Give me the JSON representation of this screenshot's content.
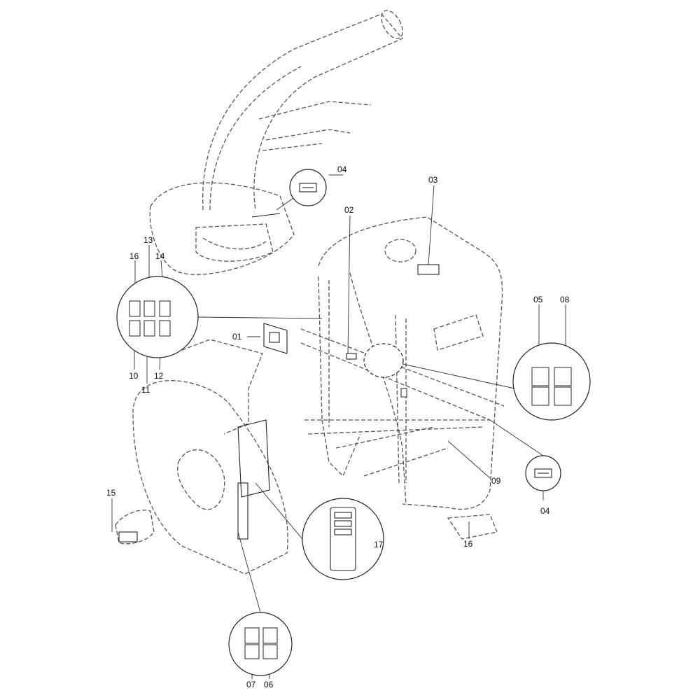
{
  "diagram": {
    "type": "exploded-parts-view",
    "callouts": {
      "label_04_top": "04",
      "label_03": "03",
      "label_02": "02",
      "label_13": "13",
      "label_16_left": "16",
      "label_14": "14",
      "label_01": "01",
      "label_10": "10",
      "label_11": "11",
      "label_12": "12",
      "label_05": "05",
      "label_08": "08",
      "label_09": "09",
      "label_04_right": "04",
      "label_15": "15",
      "label_16_bottom": "16",
      "label_17": "17",
      "label_07": "07",
      "label_06": "06"
    }
  }
}
